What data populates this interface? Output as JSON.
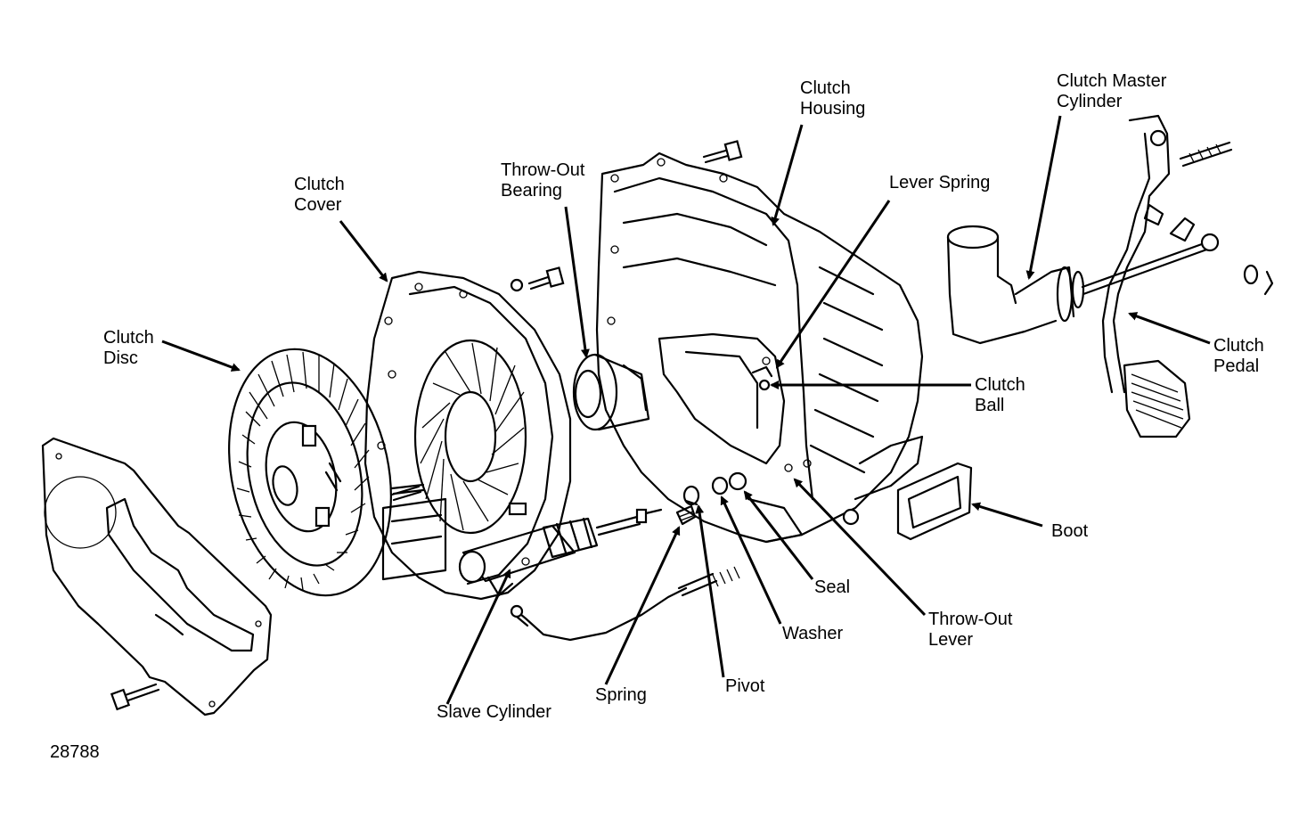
{
  "labels": {
    "clutch_housing": [
      "Clutch",
      "Housing"
    ],
    "clutch_master_cylinder": [
      "Clutch Master",
      "Cylinder"
    ],
    "throw_out_bearing": [
      "Throw-Out",
      "Bearing"
    ],
    "lever_spring": "Lever Spring",
    "clutch_cover": [
      "Clutch",
      "Cover"
    ],
    "clutch_disc": [
      "Clutch",
      "Disc"
    ],
    "clutch_pedal": [
      "Clutch",
      "Pedal"
    ],
    "clutch_ball": [
      "Clutch",
      "Ball"
    ],
    "boot": "Boot",
    "seal": "Seal",
    "washer": "Washer",
    "throw_out_lever": [
      "Throw-Out",
      "Lever"
    ],
    "pivot": "Pivot",
    "spring": "Spring",
    "slave_cylinder": "Slave Cylinder"
  },
  "figure_number": "28788"
}
